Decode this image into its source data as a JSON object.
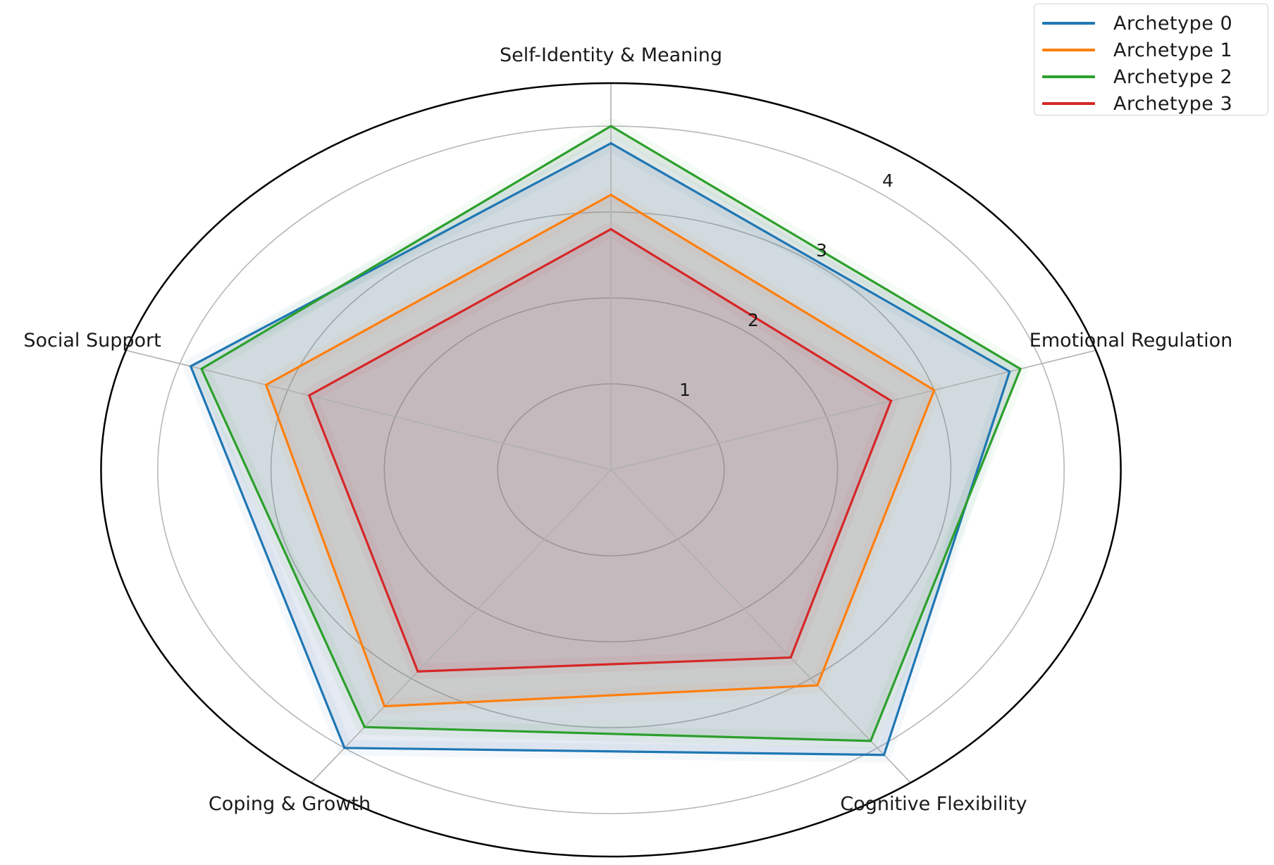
{
  "chart_data": {
    "type": "radar",
    "title": "",
    "categories": [
      "Self-Identity & Meaning",
      "Emotional Regulation",
      "Cognitive Flexibility",
      "Coping & Growth",
      "Social Support"
    ],
    "radial_ticks": [
      1,
      2,
      3,
      4
    ],
    "rlim": [
      0,
      4.5
    ],
    "grid": true,
    "legend_position": "upper right",
    "series": [
      {
        "name": "Archetype 0",
        "color": "#1f77b4",
        "values": [
          3.8,
          3.7,
          4.1,
          4.0,
          3.9
        ]
      },
      {
        "name": "Archetype 1",
        "color": "#ff7f0e",
        "values": [
          3.2,
          3.0,
          3.1,
          3.4,
          3.2
        ]
      },
      {
        "name": "Archetype 2",
        "color": "#2ca02c",
        "values": [
          4.0,
          3.8,
          3.9,
          3.7,
          3.8
        ]
      },
      {
        "name": "Archetype 3",
        "color": "#d62728",
        "values": [
          2.8,
          2.6,
          2.7,
          2.9,
          2.8
        ]
      }
    ]
  },
  "legend": {
    "items": [
      {
        "label": "Archetype 0",
        "color": "#1f77b4"
      },
      {
        "label": "Archetype 1",
        "color": "#ff7f0e"
      },
      {
        "label": "Archetype 2",
        "color": "#2ca02c"
      },
      {
        "label": "Archetype 3",
        "color": "#d62728"
      }
    ]
  },
  "axis_labels": {
    "self_identity": "Self-Identity & Meaning",
    "emotional_regulation": "Emotional Regulation",
    "cognitive_flexibility": "Cognitive Flexibility",
    "coping_growth": "Coping & Growth",
    "social_support": "Social Support"
  },
  "ticks": {
    "t1": "1",
    "t2": "2",
    "t3": "3",
    "t4": "4"
  }
}
